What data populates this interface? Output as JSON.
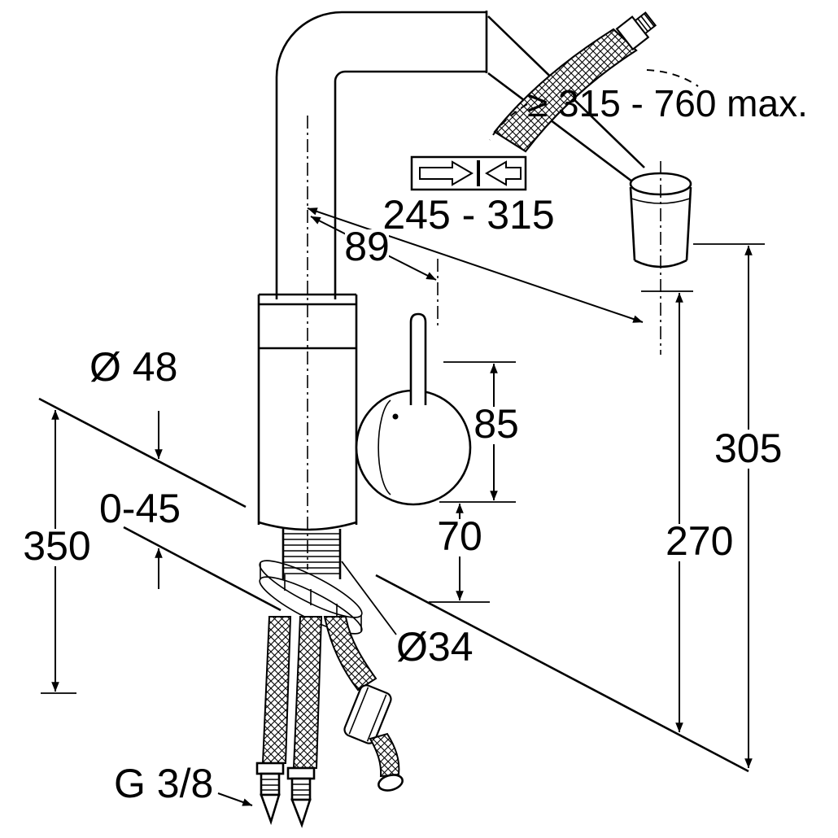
{
  "page": {
    "background": "#ffffff",
    "line_color": "#000000"
  },
  "drawing": {
    "subject": "Single-lever kitchen mixer tap with pull-out spray — installation dimension drawing"
  },
  "labels": {
    "hose_extension": "≥ 315 - 760 max.",
    "spout_reach": "245 - 315",
    "spout_offset": "89",
    "body_diameter": "Ø 48",
    "lever_height": "85",
    "mounting_thickness": "0-45",
    "hose_clearance": "350",
    "body_height": "70",
    "total_height": "305",
    "outlet_height": "270",
    "hole_diameter": "Ø34",
    "supply_thread": "G 3/8"
  },
  "icons": {
    "flow_symbol": "pull-out-and-retract-arrows"
  }
}
